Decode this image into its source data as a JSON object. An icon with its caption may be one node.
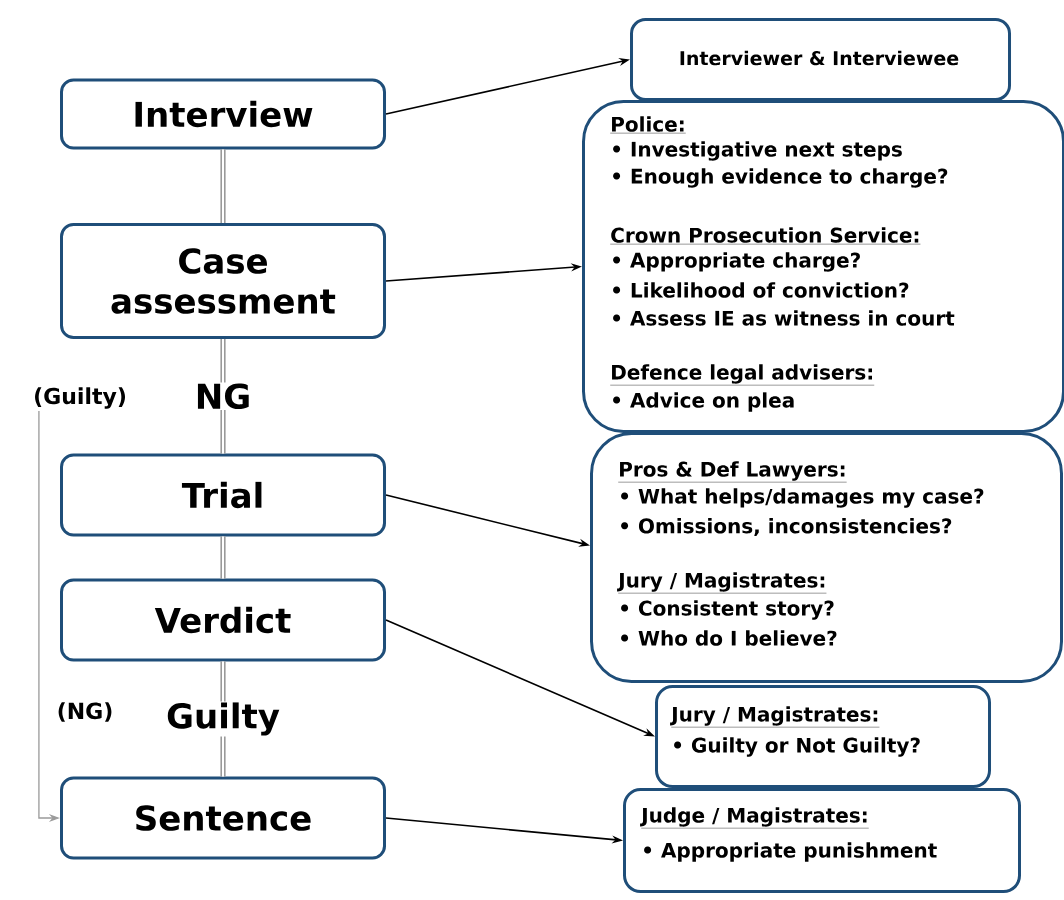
{
  "diagram": {
    "nodes": [
      {
        "text": [
          "Interview"
        ]
      },
      {
        "text": [
          "Case assessment"
        ]
      },
      {
        "text": [
          "Trial"
        ]
      },
      {
        "text": [
          "Verdict"
        ]
      },
      {
        "text": [
          "Sentence"
        ]
      },
      {
        "text": [
          "Interviewer & Interviewee"
        ]
      },
      {
        "text": [
          "Police:",
          "• Investigative next steps",
          "• Enough evidence to charge?",
          "Crown Prosecution Service:",
          "• Appropriate charge?",
          "• Likelihood of conviction?",
          "• Assess IE as witness in court",
          "Defence legal advisers:",
          "• Advice on plea"
        ]
      },
      {
        "text": [
          "Pros & Def Lawyers:",
          "• What helps/damages my case?",
          "• Omissions, inconsistencies?",
          "Jury / Magistrates:",
          "• Consistent story?",
          "• Who do I believe?"
        ]
      },
      {
        "text": [
          "Jury / Magistrates:",
          "• Guilty or Not Guilty?"
        ]
      },
      {
        "text": [
          "Judge / Magistrates:",
          "• Appropriate punishment"
        ]
      },
      {
        "text": [
          "(Guilty)"
        ]
      }
    ],
    "edges": [
      {
        "from": 0,
        "to": 5,
        "arrow": "to"
      },
      {
        "from": 1,
        "to": 6,
        "arrow": "to"
      },
      {
        "from": 2,
        "to": 7,
        "arrow": "to"
      },
      {
        "from": 3,
        "to": 8,
        "arrow": "to"
      },
      {
        "from": 4,
        "to": 9,
        "arrow": "to"
      },
      {
        "from": 0,
        "to": 1,
        "arrow": "none",
        "style": "thick",
        "color": "#9a9a9a"
      },
      {
        "from": 1,
        "to": 2,
        "arrow": "none",
        "label": "NG",
        "style": "thick",
        "color": "#9a9a9a"
      },
      {
        "from": 2,
        "to": 3,
        "arrow": "none",
        "style": "thick",
        "color": "#9a9a9a"
      },
      {
        "from": 3,
        "to": 4,
        "arrow": "none",
        "label": "Guilty",
        "style": "thick",
        "color": "#9a9a9a"
      },
      {
        "from": 10,
        "to": 4,
        "arrow": "to",
        "color": "#9a9a9a"
      }
    ],
    "labels": [
      "(NG)"
    ]
  }
}
